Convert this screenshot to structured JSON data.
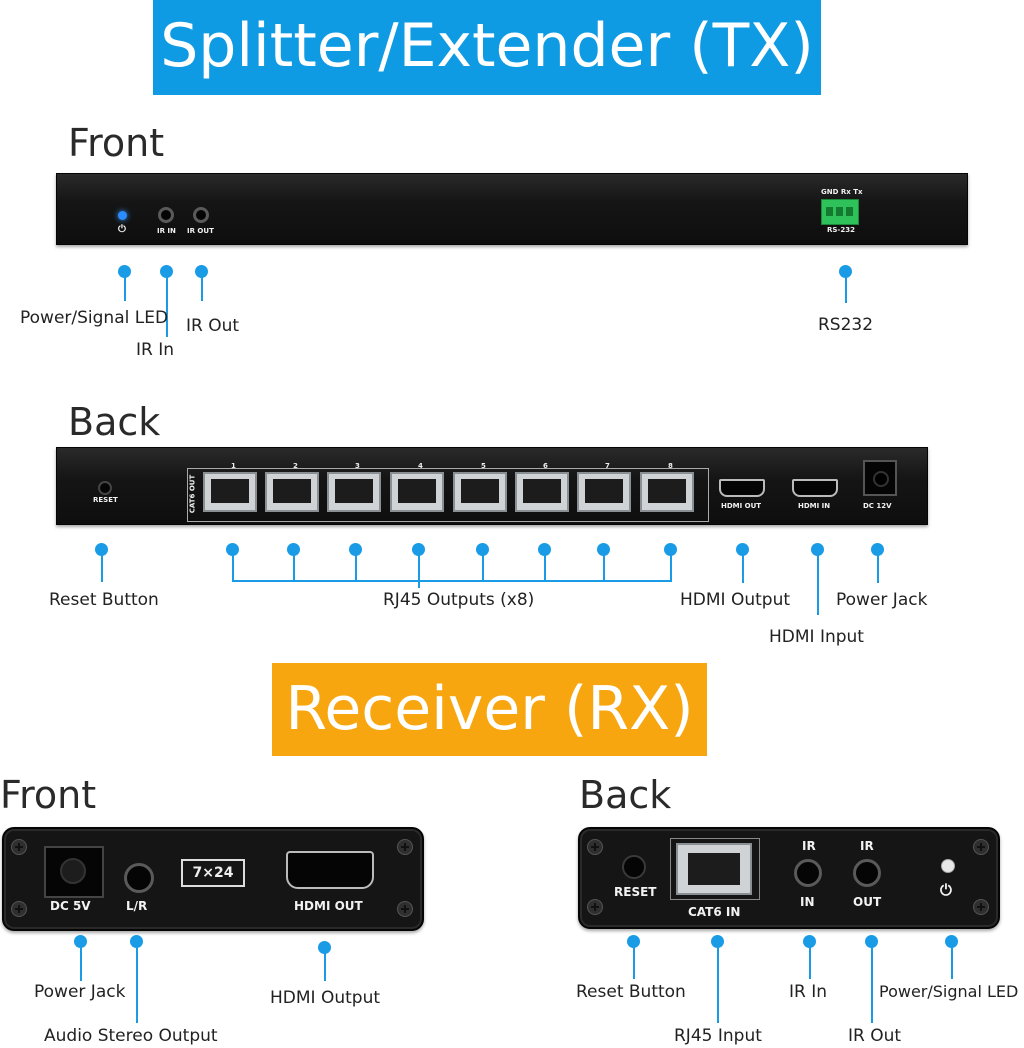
{
  "tx": {
    "title": "Splitter/Extender (TX)",
    "front": {
      "heading": "Front",
      "device_labels": {
        "power_symbol": "⏻",
        "ir_in": "IR IN",
        "ir_out": "IR OUT",
        "rs_pins": "GND Rx Tx",
        "rs232": "RS-232"
      },
      "callouts": {
        "power_led": "Power/Signal LED",
        "ir_in": "IR In",
        "ir_out": "IR Out",
        "rs232": "RS232"
      }
    },
    "back": {
      "heading": "Back",
      "device_labels": {
        "reset": "RESET",
        "cat6_out": "CAT6 OUT",
        "port_numbers": [
          "1",
          "2",
          "3",
          "4",
          "5",
          "6",
          "7",
          "8"
        ],
        "hdmi_out": "HDMI OUT",
        "hdmi_in": "HDMI IN",
        "dc": "DC 12V"
      },
      "callouts": {
        "reset": "Reset Button",
        "rj45": "RJ45 Outputs (x8)",
        "hdmi_output": "HDMI Output",
        "power_jack": "Power Jack",
        "hdmi_input": "HDMI Input"
      }
    }
  },
  "rx": {
    "title": "Receiver (RX)",
    "front": {
      "heading": "Front",
      "device_labels": {
        "dc": "DC 5V",
        "lr": "L/R",
        "brand": "7×24",
        "hdmi_out": "HDMI OUT"
      },
      "callouts": {
        "power_jack": "Power Jack",
        "audio": "Audio Stereo Output",
        "hdmi_output": "HDMI Output"
      }
    },
    "back": {
      "heading": "Back",
      "device_labels": {
        "reset": "RESET",
        "cat6_in": "CAT6 IN",
        "ir_top": "IR",
        "ir_in": "IN",
        "ir_top2": "IR",
        "ir_out": "OUT",
        "power_symbol": "⏻"
      },
      "callouts": {
        "reset": "Reset Button",
        "rj45": "RJ45 Input",
        "ir_in": "IR In",
        "ir_out": "IR Out",
        "power_led": "Power/Signal LED"
      }
    }
  },
  "colors": {
    "tx_banner": "#0f9be3",
    "rx_banner": "#f8a60f",
    "callout": "#1a9be6"
  }
}
